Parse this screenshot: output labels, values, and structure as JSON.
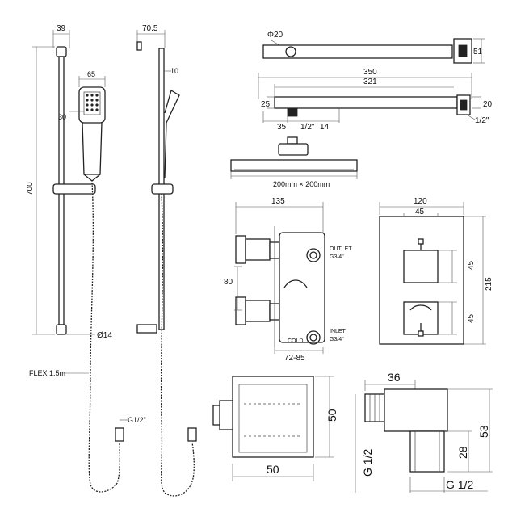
{
  "slide_rail": {
    "width_label": "39",
    "height_label": "700",
    "head_width_label": "65",
    "head_offset_label": "30",
    "rail_diameter_label": "Ø14",
    "hose_label": "FLEX 1.5m",
    "thread_label": "G1/2\"",
    "side_depth_label": "70.5",
    "side_handle_label": "10"
  },
  "shower_arm": {
    "diameter_label": "Φ20",
    "flange_label": "51",
    "overall_length_label": "350",
    "arm_length_label": "321",
    "height_label": "25",
    "thickness_label": "20",
    "thread_label": "1/2\"",
    "inlet_length_label": "35",
    "inlet_thread_label": "1/2\"",
    "inlet_offset_label": "14"
  },
  "shower_head": {
    "size_label": "200mm × 200mm"
  },
  "valve_body": {
    "width_label": "135",
    "height_label": "80",
    "outlet_label": "OUTLET",
    "outlet_thread_label": "G3/4\"",
    "inlet_label": "INLET",
    "inlet_thread_label": "G3/4\"",
    "cold_label": "COLD",
    "depth_range_label": "72-85"
  },
  "valve_plate": {
    "width_label": "120",
    "handle_width_label": "45",
    "handle_height_top_label": "45",
    "handle_height_bottom_label": "45",
    "height_label": "215"
  },
  "wall_outlet": {
    "width_label": "50",
    "height_label": "50"
  },
  "elbow": {
    "depth_label": "36",
    "height_label": "53",
    "outlet_height_label": "28",
    "thread_side_label": "G 1/2",
    "thread_bottom_label": "G 1/2"
  }
}
